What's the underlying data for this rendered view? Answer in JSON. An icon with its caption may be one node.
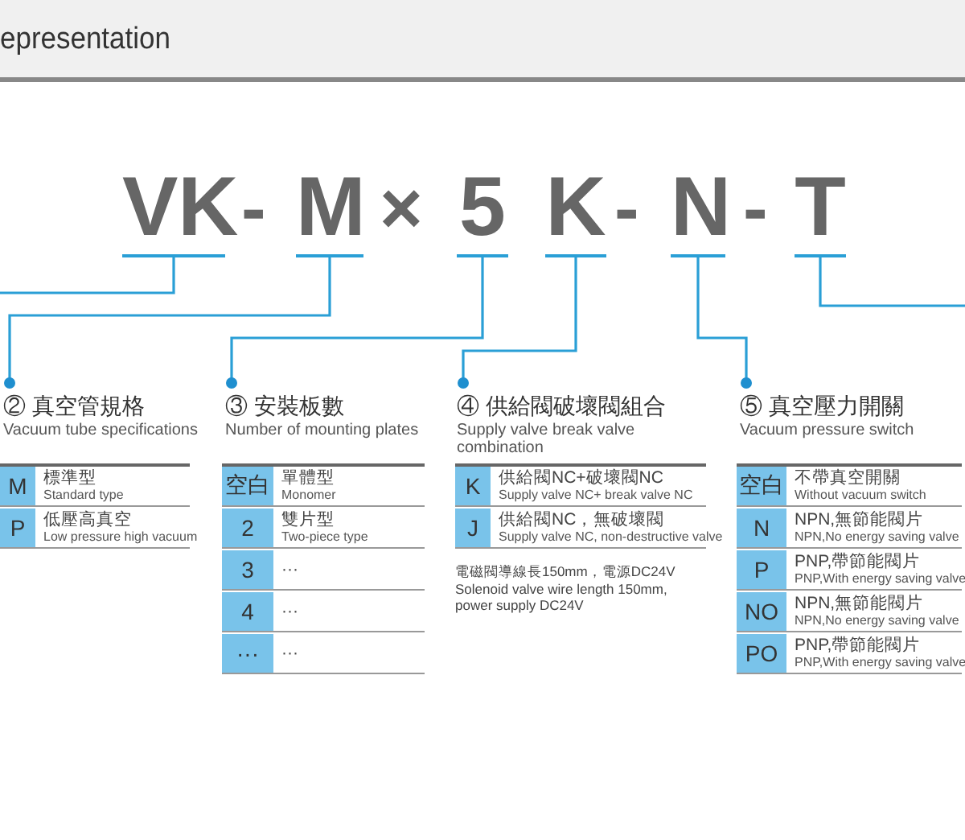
{
  "diagram": {
    "title": "epresentation",
    "nodes": [
      {
        "text": [
          "VK"
        ]
      },
      {
        "text": [
          "M"
        ]
      },
      {
        "text": [
          "5"
        ]
      },
      {
        "text": [
          "K"
        ]
      },
      {
        "text": [
          "N"
        ]
      },
      {
        "text": [
          "T"
        ]
      },
      {
        "text": [
          "② 真空管規格",
          "Vacuum tube specifications"
        ]
      },
      {
        "text": [
          "③ 安裝板數",
          "Number of mounting plates"
        ]
      },
      {
        "text": [
          "④ 供給閥破壞閥組合",
          "Supply valve break valve combination"
        ]
      },
      {
        "text": [
          "⑤ 真空壓力開關",
          "Vacuum pressure switch"
        ]
      }
    ],
    "edges": [
      {
        "from": 0,
        "to": null,
        "arrow": "none"
      },
      {
        "from": 1,
        "to": 6,
        "arrow": "other"
      },
      {
        "from": 2,
        "to": 7,
        "arrow": "other"
      },
      {
        "from": 3,
        "to": 8,
        "arrow": "other"
      },
      {
        "from": 4,
        "to": 9,
        "arrow": "other"
      },
      {
        "from": 5,
        "to": null,
        "arrow": "none"
      }
    ],
    "labels": [
      "-",
      "×",
      "-",
      "-",
      "M",
      "標準型",
      "Standard type",
      "P",
      "低壓高真空",
      "Low pressure high vacuum",
      "空白",
      "單體型",
      "Monomer",
      "2",
      "雙片型",
      "Two-piece type",
      "3",
      "···",
      "4",
      "···",
      "···",
      "···",
      "K",
      "供給閥NC+破壞閥NC",
      "Supply valve NC+ break valve NC",
      "J",
      "供給閥NC，無破壞閥",
      "Supply valve NC, non-destructive valve",
      "電磁閥導線長150mm，電源DC24V",
      "Solenoid valve wire length 150mm, power supply DC24V",
      "空白",
      "不帶真空開關",
      "Without vacuum switch",
      "N",
      "NPN,無節能閥片",
      "NPN,No energy saving valve",
      "P",
      "PNP,帶節能閥片",
      "PNP,With energy saving valve",
      "NO",
      "NPN,無節能閥片",
      "NPN,No energy saving valve",
      "PO",
      "PNP,帶節能閥片",
      "PNP,With energy saving valve"
    ]
  }
}
